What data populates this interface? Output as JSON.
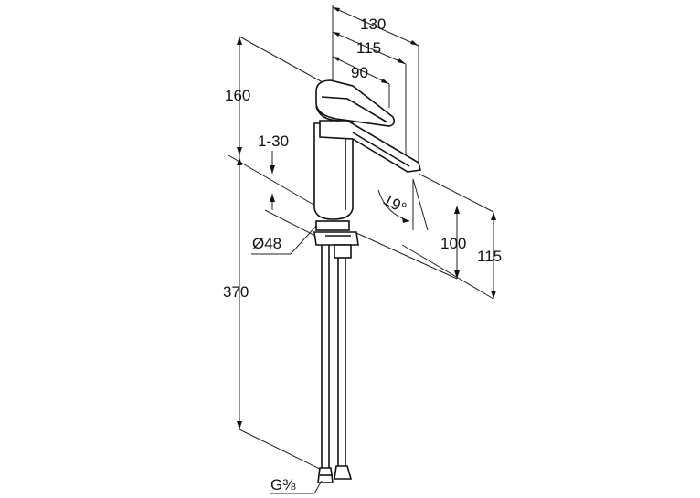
{
  "drawing": {
    "dimensions": {
      "width_total": "130",
      "width_spout": "115",
      "width_lever": "90",
      "height_upper": "160",
      "deck_thickness": "1-30",
      "height_lower": "370",
      "base_diameter": "Ø48",
      "spout_angle": "19°",
      "outlet_height_a": "100",
      "outlet_height_b": "115",
      "thread": "G⅜"
    }
  }
}
